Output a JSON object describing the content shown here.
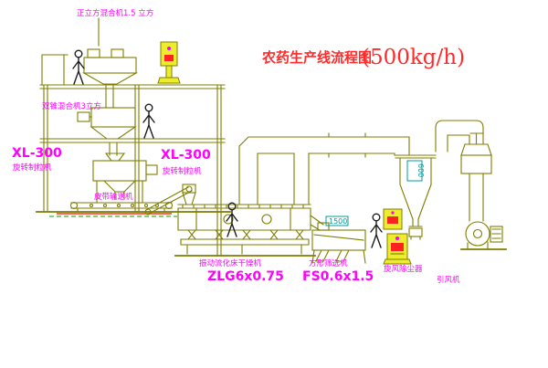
{
  "title": {
    "name": "农药生产线流程图",
    "capacity": "(500kg/h)"
  },
  "labels": {
    "mixer_top": "正立方混合机1.5 立方",
    "mixer_mid": "双锥混合机3立方",
    "granulator_left_model": "XL-300",
    "granulator_left_name": "旋转制粒机",
    "granulator_right_model": "XL-300",
    "granulator_right_name": "旋转制粒机",
    "belt_conveyor": "皮带输送机",
    "dryer_name": "振动流化床干燥机",
    "dryer_model": "ZLG6x0.75",
    "sieve_name": "方形筛选机",
    "sieve_model": "FS0.6x1.5",
    "cyclone_name": "旋风除尘器",
    "fan_name": "引风机"
  },
  "dims": {
    "cyclone": "600",
    "sieve": "1500"
  },
  "colors": {
    "drawing_line": "#7e7e00",
    "label_magenta": "#ff00ff",
    "title_red": "#ff2a2a",
    "accent_cyan": "#009b9b",
    "ground_red": "#ff0000",
    "centerline_green": "#00a000",
    "panel_yellow": "#eded2e",
    "background": "#ffffff"
  }
}
